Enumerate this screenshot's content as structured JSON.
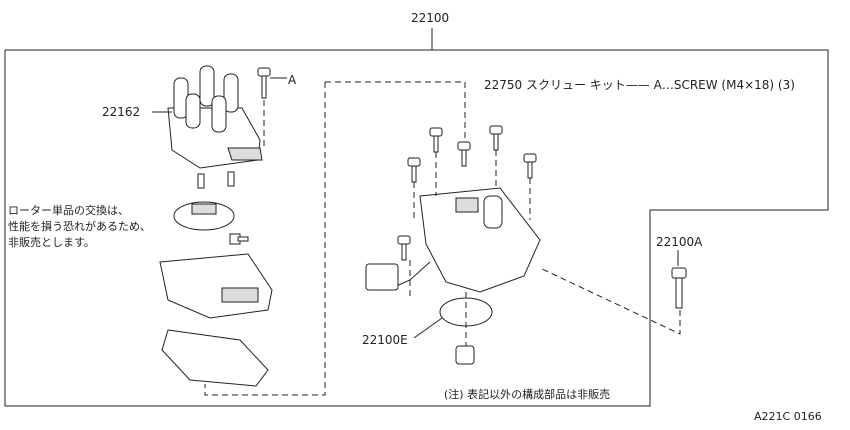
{
  "labels": {
    "assembly": "22100",
    "cap": "22162",
    "screw_ref": "A",
    "kit_line": "22750 スクリュー キット—— A…SCREW (M4×18) (3)",
    "bolt": "22100A",
    "oring": "22100E",
    "rotor_note_1": "ローター単品の交換は、",
    "rotor_note_2": "性能を損う恐れがあるため、",
    "rotor_note_3": "非販売とします。",
    "footnote": "(注) 表記以外の構成部品は非販売",
    "drawing_code": "A221C 0166"
  }
}
